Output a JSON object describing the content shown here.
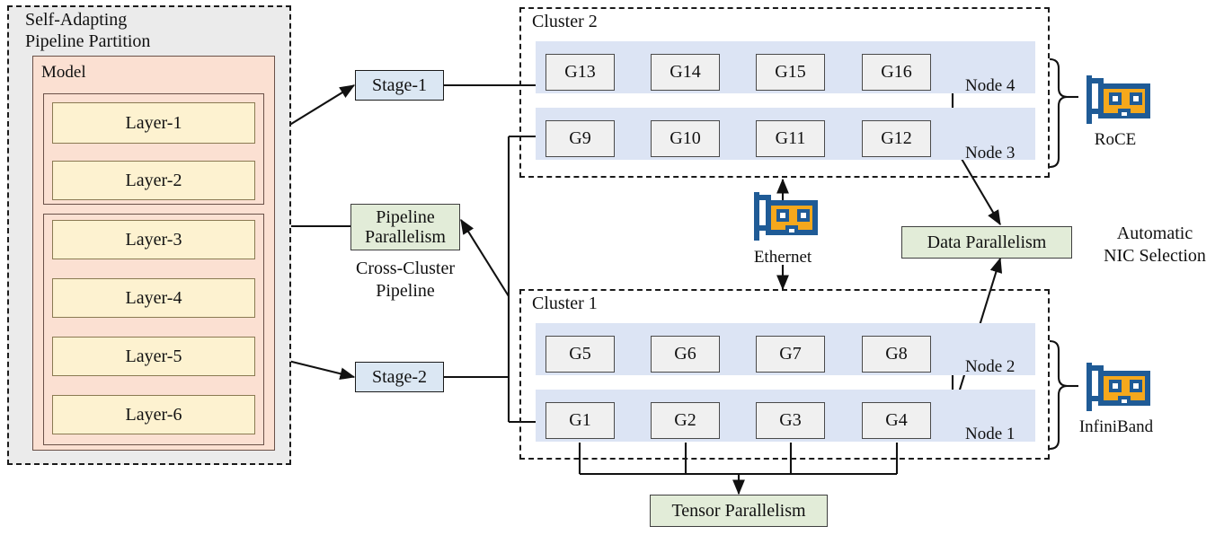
{
  "left_panel": {
    "title": "Self-Adapting\nPipeline Partition",
    "model_label": "Model",
    "groups": [
      {
        "layers": [
          "Layer-1",
          "Layer-2"
        ]
      },
      {
        "layers": [
          "Layer-3",
          "Layer-4",
          "Layer-5",
          "Layer-6"
        ]
      }
    ]
  },
  "middle": {
    "stage1": "Stage-1",
    "stage2": "Stage-2",
    "pipeline_parallelism": "Pipeline\nParallelism",
    "cross_cluster_caption": "Cross-Cluster\nPipeline"
  },
  "clusters": [
    {
      "name": "Cluster 2",
      "nodes": [
        {
          "label": "Node 4",
          "gpus": [
            "G13",
            "G14",
            "G15",
            "G16"
          ]
        },
        {
          "label": "Node 3",
          "gpus": [
            "G9",
            "G10",
            "G11",
            "G12"
          ]
        }
      ],
      "nic": {
        "label": "RoCE",
        "icon": "nic-card-icon"
      }
    },
    {
      "name": "Cluster 1",
      "nodes": [
        {
          "label": "Node 2",
          "gpus": [
            "G5",
            "G6",
            "G7",
            "G8"
          ]
        },
        {
          "label": "Node 1",
          "gpus": [
            "G1",
            "G2",
            "G3",
            "G4"
          ]
        }
      ],
      "nic": {
        "label": "InfiniBand",
        "icon": "nic-card-icon"
      }
    }
  ],
  "interconnect": {
    "ethernet_label": "Ethernet",
    "ethernet_icon": "nic-card-icon",
    "data_parallelism": "Data Parallelism",
    "tensor_parallelism": "Tensor Parallelism",
    "automatic_nic_selection": "Automatic\nNIC Selection"
  },
  "colors": {
    "panel_gray": "#ebebeb",
    "model_peach": "#fbe0d2",
    "layer_cream": "#fdf2d0",
    "stage_blue": "#dbe7f3",
    "parallel_green": "#e2ecd8",
    "node_row_blue": "#dce4f4",
    "gpu_gray": "#f0f0f0",
    "nic_orange": "#f5a81c",
    "nic_blue": "#1f5b96",
    "stroke": "#1b1b1b"
  }
}
